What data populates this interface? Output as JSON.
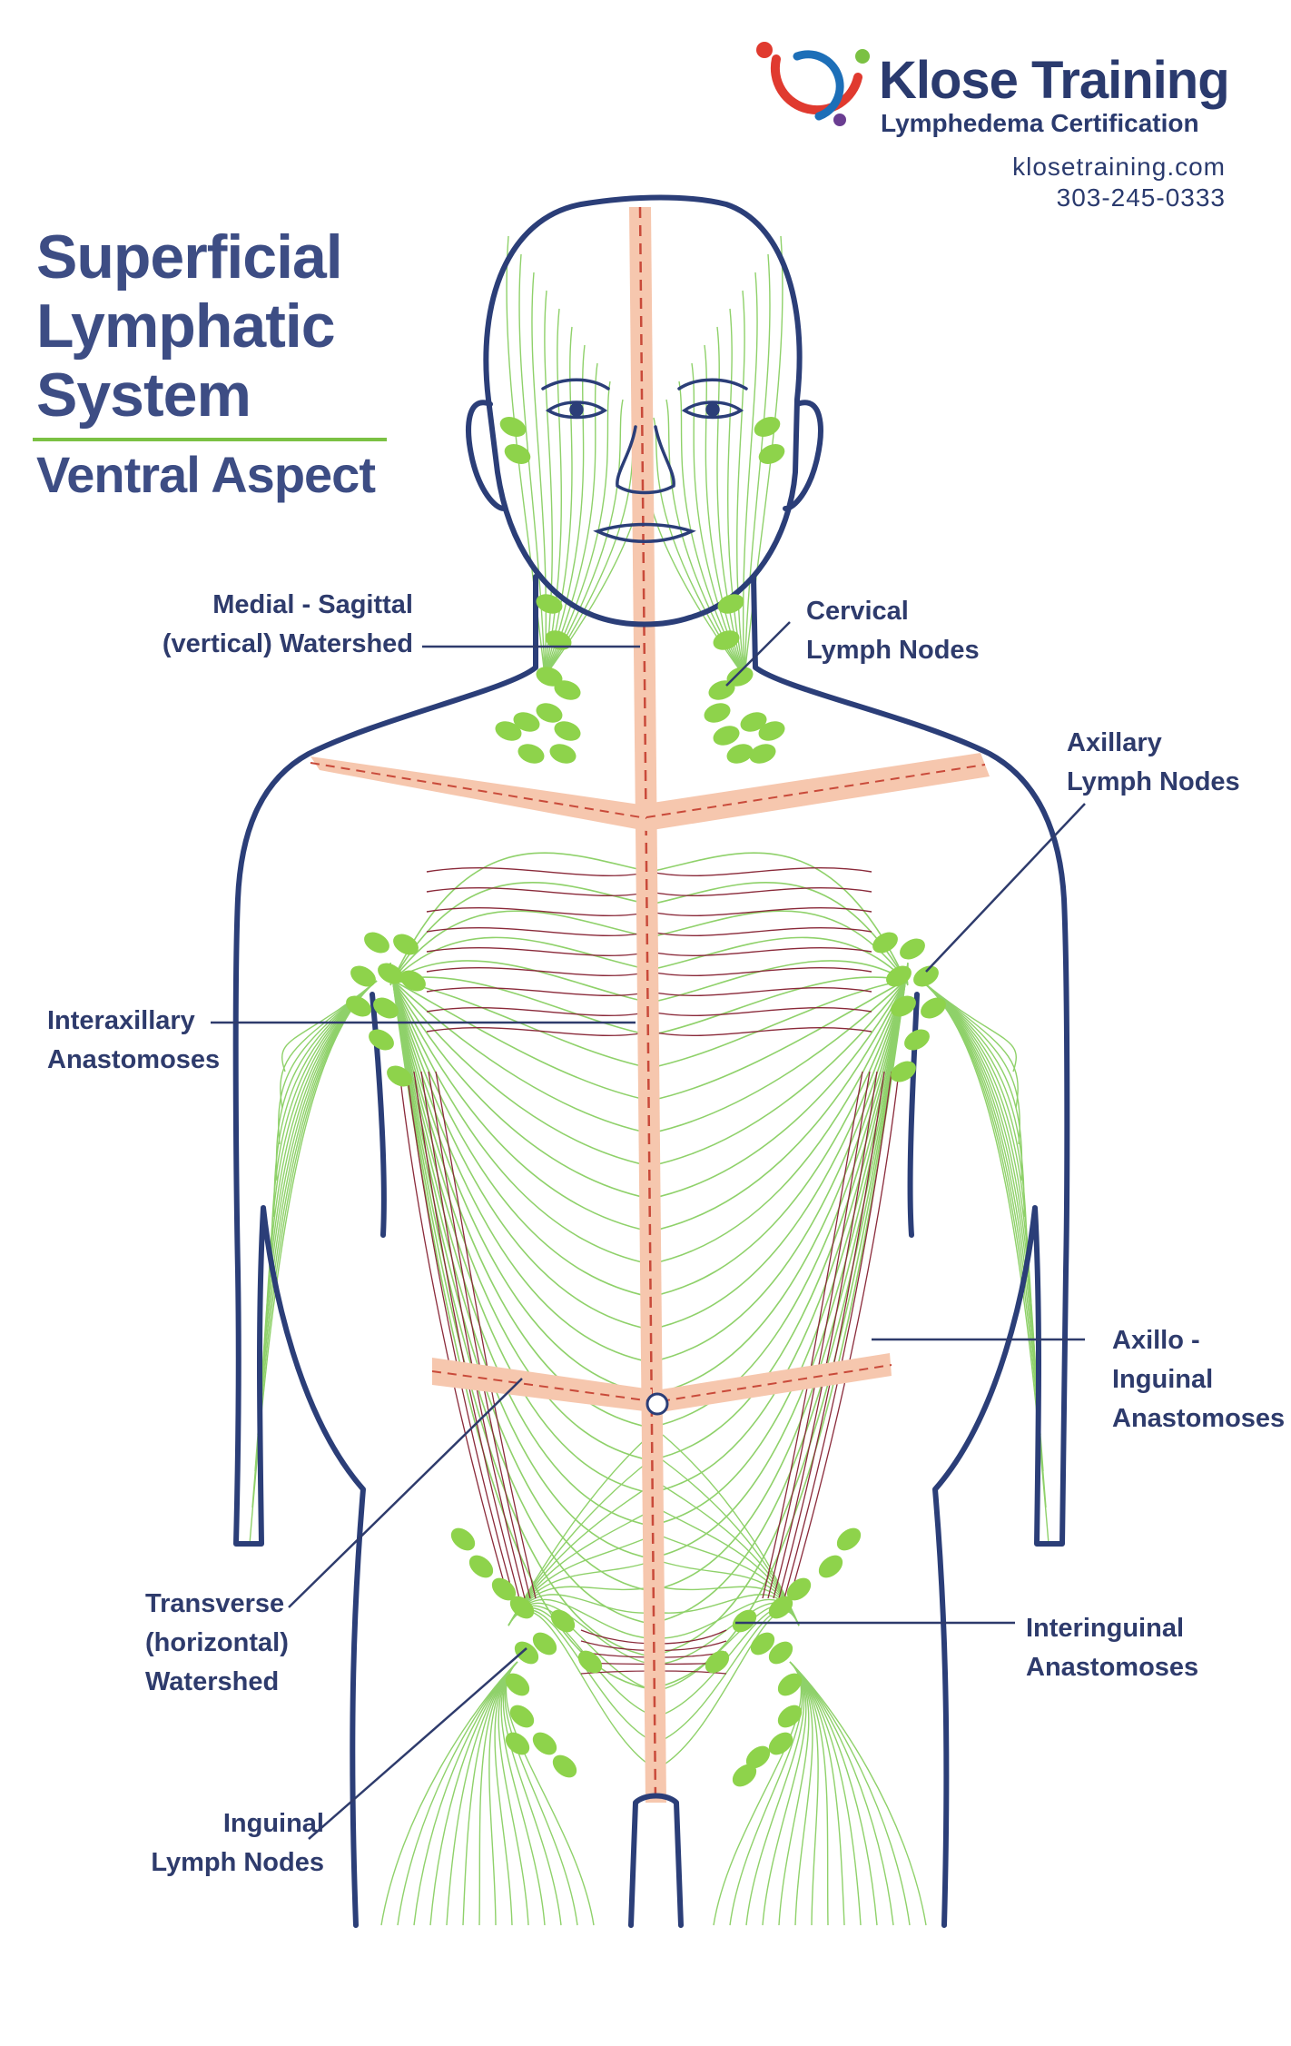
{
  "title": {
    "line1": "Superficial",
    "line2": "Lymphatic",
    "line3": "System",
    "subtitle": "Ventral Aspect"
  },
  "brand": {
    "name": "Klose Training",
    "tagline": "Lymphedema Certification",
    "website": "klosetraining.com",
    "phone": "303-245-0333",
    "logo_colors": [
      "#e03a2f",
      "#1d6fb8",
      "#7bc143",
      "#6a3d91"
    ]
  },
  "labels": {
    "medial_sagittal": [
      "Medial - Sagittal",
      "(vertical) Watershed"
    ],
    "cervical": [
      "Cervical",
      "Lymph Nodes"
    ],
    "axillary": [
      "Axillary",
      "Lymph Nodes"
    ],
    "interaxillary": [
      "Interaxillary",
      "Anastomoses"
    ],
    "axillo_inguinal": [
      "Axillo -",
      "Inguinal",
      "Anastomoses"
    ],
    "transverse": [
      "Transverse",
      "(horizontal)",
      "Watershed"
    ],
    "interinguinal": [
      "Interinguinal",
      "Anastomoses"
    ],
    "inguinal": [
      "Inguinal",
      "Lymph Nodes"
    ]
  },
  "colors": {
    "outline": "#2b3e78",
    "lymph_vessel": "#8fd16a",
    "node": "#8ed34b",
    "watershed_fill": "#f6c7ae",
    "watershed_dash": "#c94a3a",
    "deep_vessel": "#8a2a3a",
    "title": "#3d4d84",
    "title_rule": "#7bc143"
  }
}
